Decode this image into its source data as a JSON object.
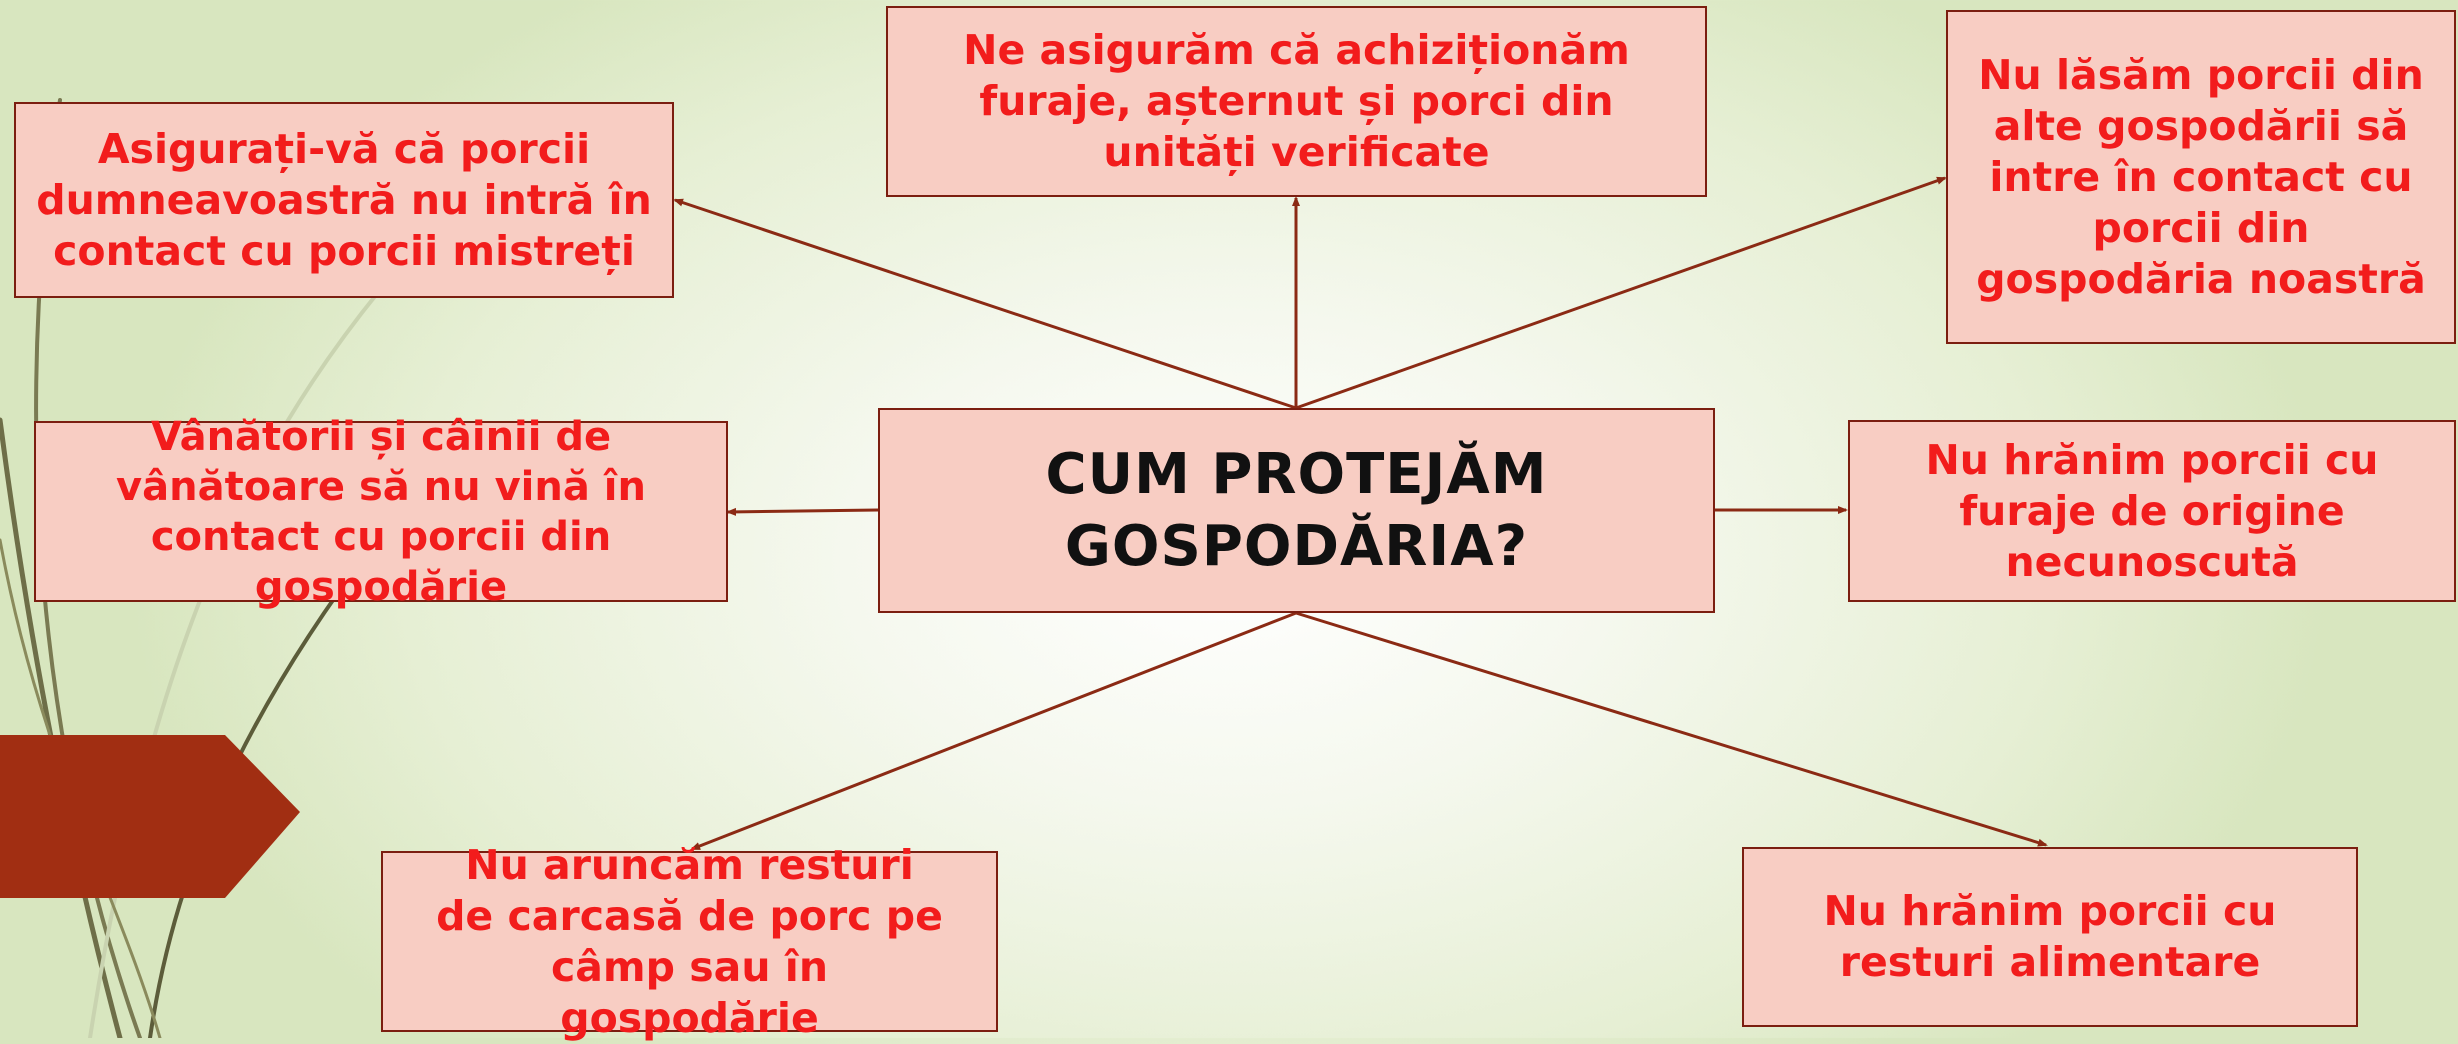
{
  "center": {
    "title": "CUM PROTEJĂM GOSPODĂRIA?"
  },
  "boxes": {
    "top": "Ne asigurăm că achiziționăm furaje, așternut și porci din unități verificate",
    "top_left": "Asigurați-vă că porcii dumneavoastră nu intră în contact cu porcii mistreți",
    "top_right": "Nu lăsăm porcii din alte gospodării să intre în contact cu porcii din gospodăria noastră",
    "left": "Vânătorii și câinii de vânătoare să nu vină în contact cu porcii din gospodărie",
    "right": "Nu hrănim porcii cu furaje de origine necunoscută",
    "bottom_left": "Nu aruncăm resturi de carcasă de porc pe câmp sau în gospodărie",
    "bottom_right": "Nu hrănim porcii cu resturi alimentare"
  },
  "colors": {
    "box_fill": "#f8cdc3",
    "box_border": "#7b1e10",
    "text_red": "#f21c1c",
    "arrow": "#8b2a14",
    "accent_tab": "#a12e12"
  }
}
